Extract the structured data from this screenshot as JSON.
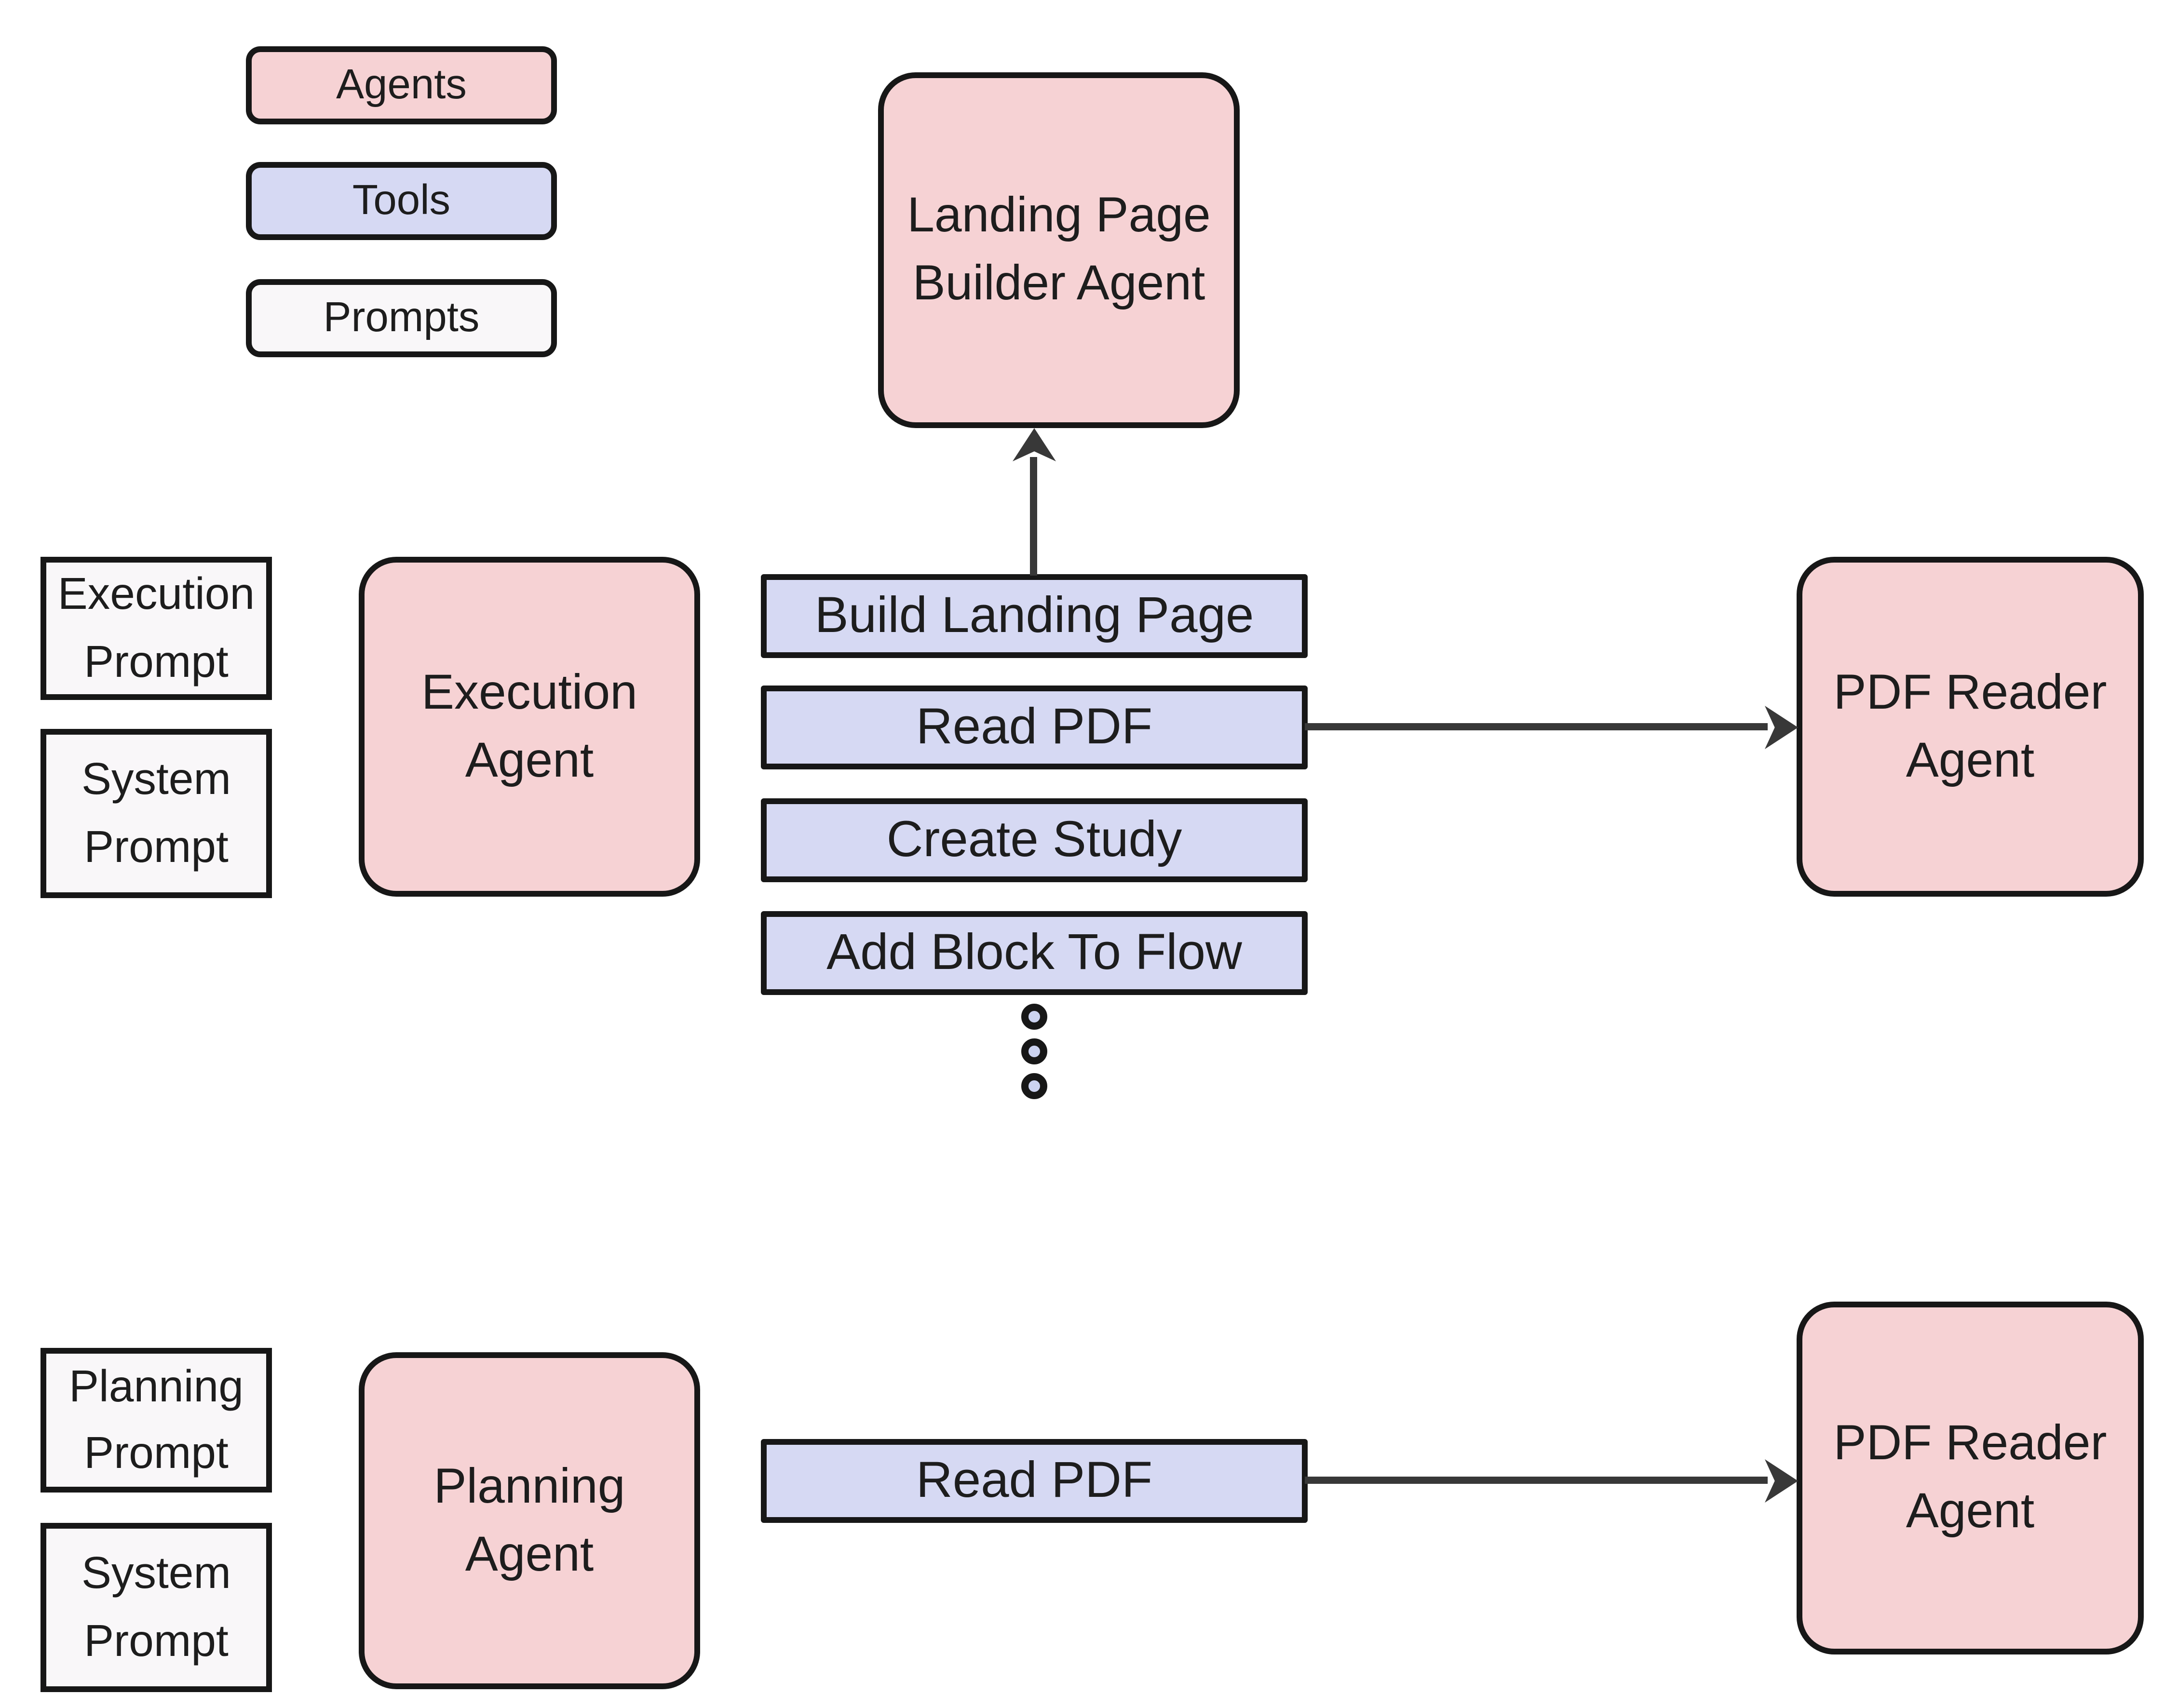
{
  "colors": {
    "background": "#ffffff",
    "agent-fill": "#f6d2d4",
    "tool-fill": "#d6d9f3",
    "prompt-fill": "#f9f7f9",
    "dot-fill": "#ccd3f0",
    "stroke": "#171717",
    "edge": "#383838",
    "text": "#1d1d1d"
  },
  "legend": {
    "items": [
      {
        "label": "Agents",
        "kind": "agent"
      },
      {
        "label": "Tools",
        "kind": "tool"
      },
      {
        "label": "Prompts",
        "kind": "prompt"
      }
    ]
  },
  "nodes": {
    "landing_page_builder_agent": {
      "label": "Landing Page\nBuilder Agent",
      "kind": "agent"
    },
    "execution_prompt": {
      "label": "Execution\nPrompt",
      "kind": "prompt"
    },
    "execution_system_prompt": {
      "label": "System\nPrompt",
      "kind": "prompt"
    },
    "execution_agent": {
      "label": "Execution\nAgent",
      "kind": "agent"
    },
    "pdf_reader_agent_execution": {
      "label": "PDF Reader\nAgent",
      "kind": "agent"
    },
    "planning_prompt": {
      "label": "Planning\nPrompt",
      "kind": "prompt"
    },
    "planning_system_prompt": {
      "label": "System\nPrompt",
      "kind": "prompt"
    },
    "planning_agent": {
      "label": "Planning\nAgent",
      "kind": "agent"
    },
    "pdf_reader_agent_planning": {
      "label": "PDF Reader\nAgent",
      "kind": "agent"
    }
  },
  "tools": {
    "execution": [
      {
        "label": "Build Landing Page"
      },
      {
        "label": "Read PDF"
      },
      {
        "label": "Create Study"
      },
      {
        "label": "Add Block To Flow"
      }
    ],
    "planning": [
      {
        "label": "Read PDF"
      }
    ]
  },
  "ellipsis": {
    "dot_count": 3
  },
  "edges": [
    {
      "from": "Build Landing Page",
      "to": "Landing Page Builder Agent",
      "direction": "up"
    },
    {
      "from": "Read PDF",
      "to": "PDF Reader Agent",
      "direction": "right",
      "section": "execution"
    },
    {
      "from": "Read PDF",
      "to": "PDF Reader Agent",
      "direction": "right",
      "section": "planning"
    }
  ]
}
